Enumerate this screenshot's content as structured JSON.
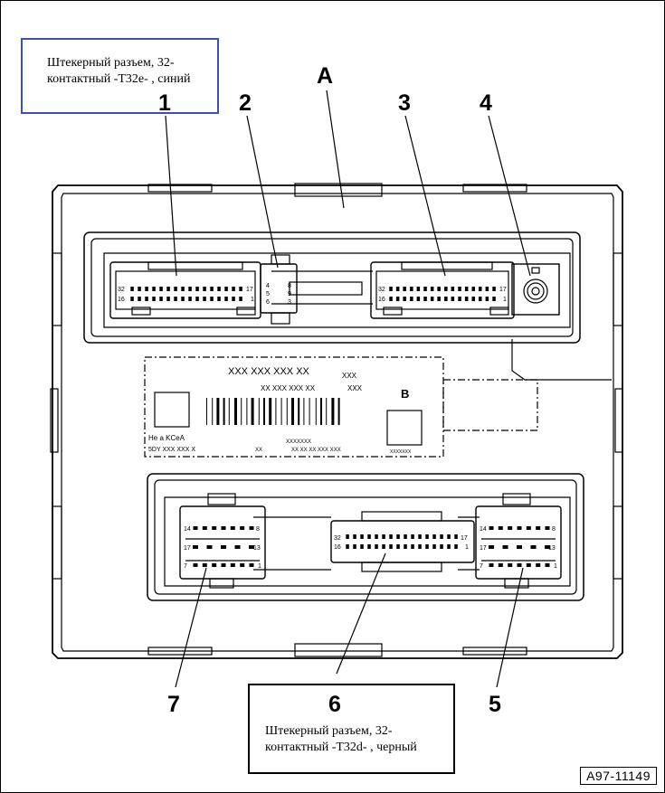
{
  "callouts": {
    "top_box": {
      "line1": "Штекерный разъем, 32-",
      "line2": "контактный -T32e- , синий"
    },
    "bottom_box": {
      "line1": "Штекерный разъем, 32-",
      "line2": "контактный -T32d- , черный"
    }
  },
  "labels": {
    "A": "A",
    "B": "B",
    "n1": "1",
    "n2": "2",
    "n3": "3",
    "n4": "4",
    "n5": "5",
    "n6": "6",
    "n7": "7"
  },
  "sticker": {
    "line1": "XXX XXX XXX XX",
    "line1b": "XXX",
    "line2": "XX XXX XXX XX",
    "line2b": "XXX",
    "brand": "He a KCeA",
    "code": "5DY XXX XXX X",
    "small1": "XX",
    "small2": "XXXXXXX",
    "small3": "XX XX XX XXX XXX",
    "small4": "XXXXXXX"
  },
  "pins": {
    "top_left": {
      "a": "32",
      "b": "17",
      "c": "16",
      "d": "1"
    },
    "top_mid": {
      "a": "4",
      "b": "8",
      "c": "5",
      "d": "9",
      "e": "6",
      "f": "3"
    },
    "top_right": {
      "a": "32",
      "b": "17",
      "c": "16",
      "d": "1"
    },
    "bot_left": {
      "a": "14",
      "b": "8",
      "c": "17",
      "d": "13",
      "e": "7",
      "f": "1"
    },
    "bot_mid": {
      "a": "32",
      "b": "17",
      "c": "16",
      "d": "1"
    },
    "bot_right": {
      "a": "14",
      "b": "8",
      "c": "17",
      "d": "13",
      "e": "7",
      "f": "1"
    }
  },
  "reference": "A97-11149"
}
